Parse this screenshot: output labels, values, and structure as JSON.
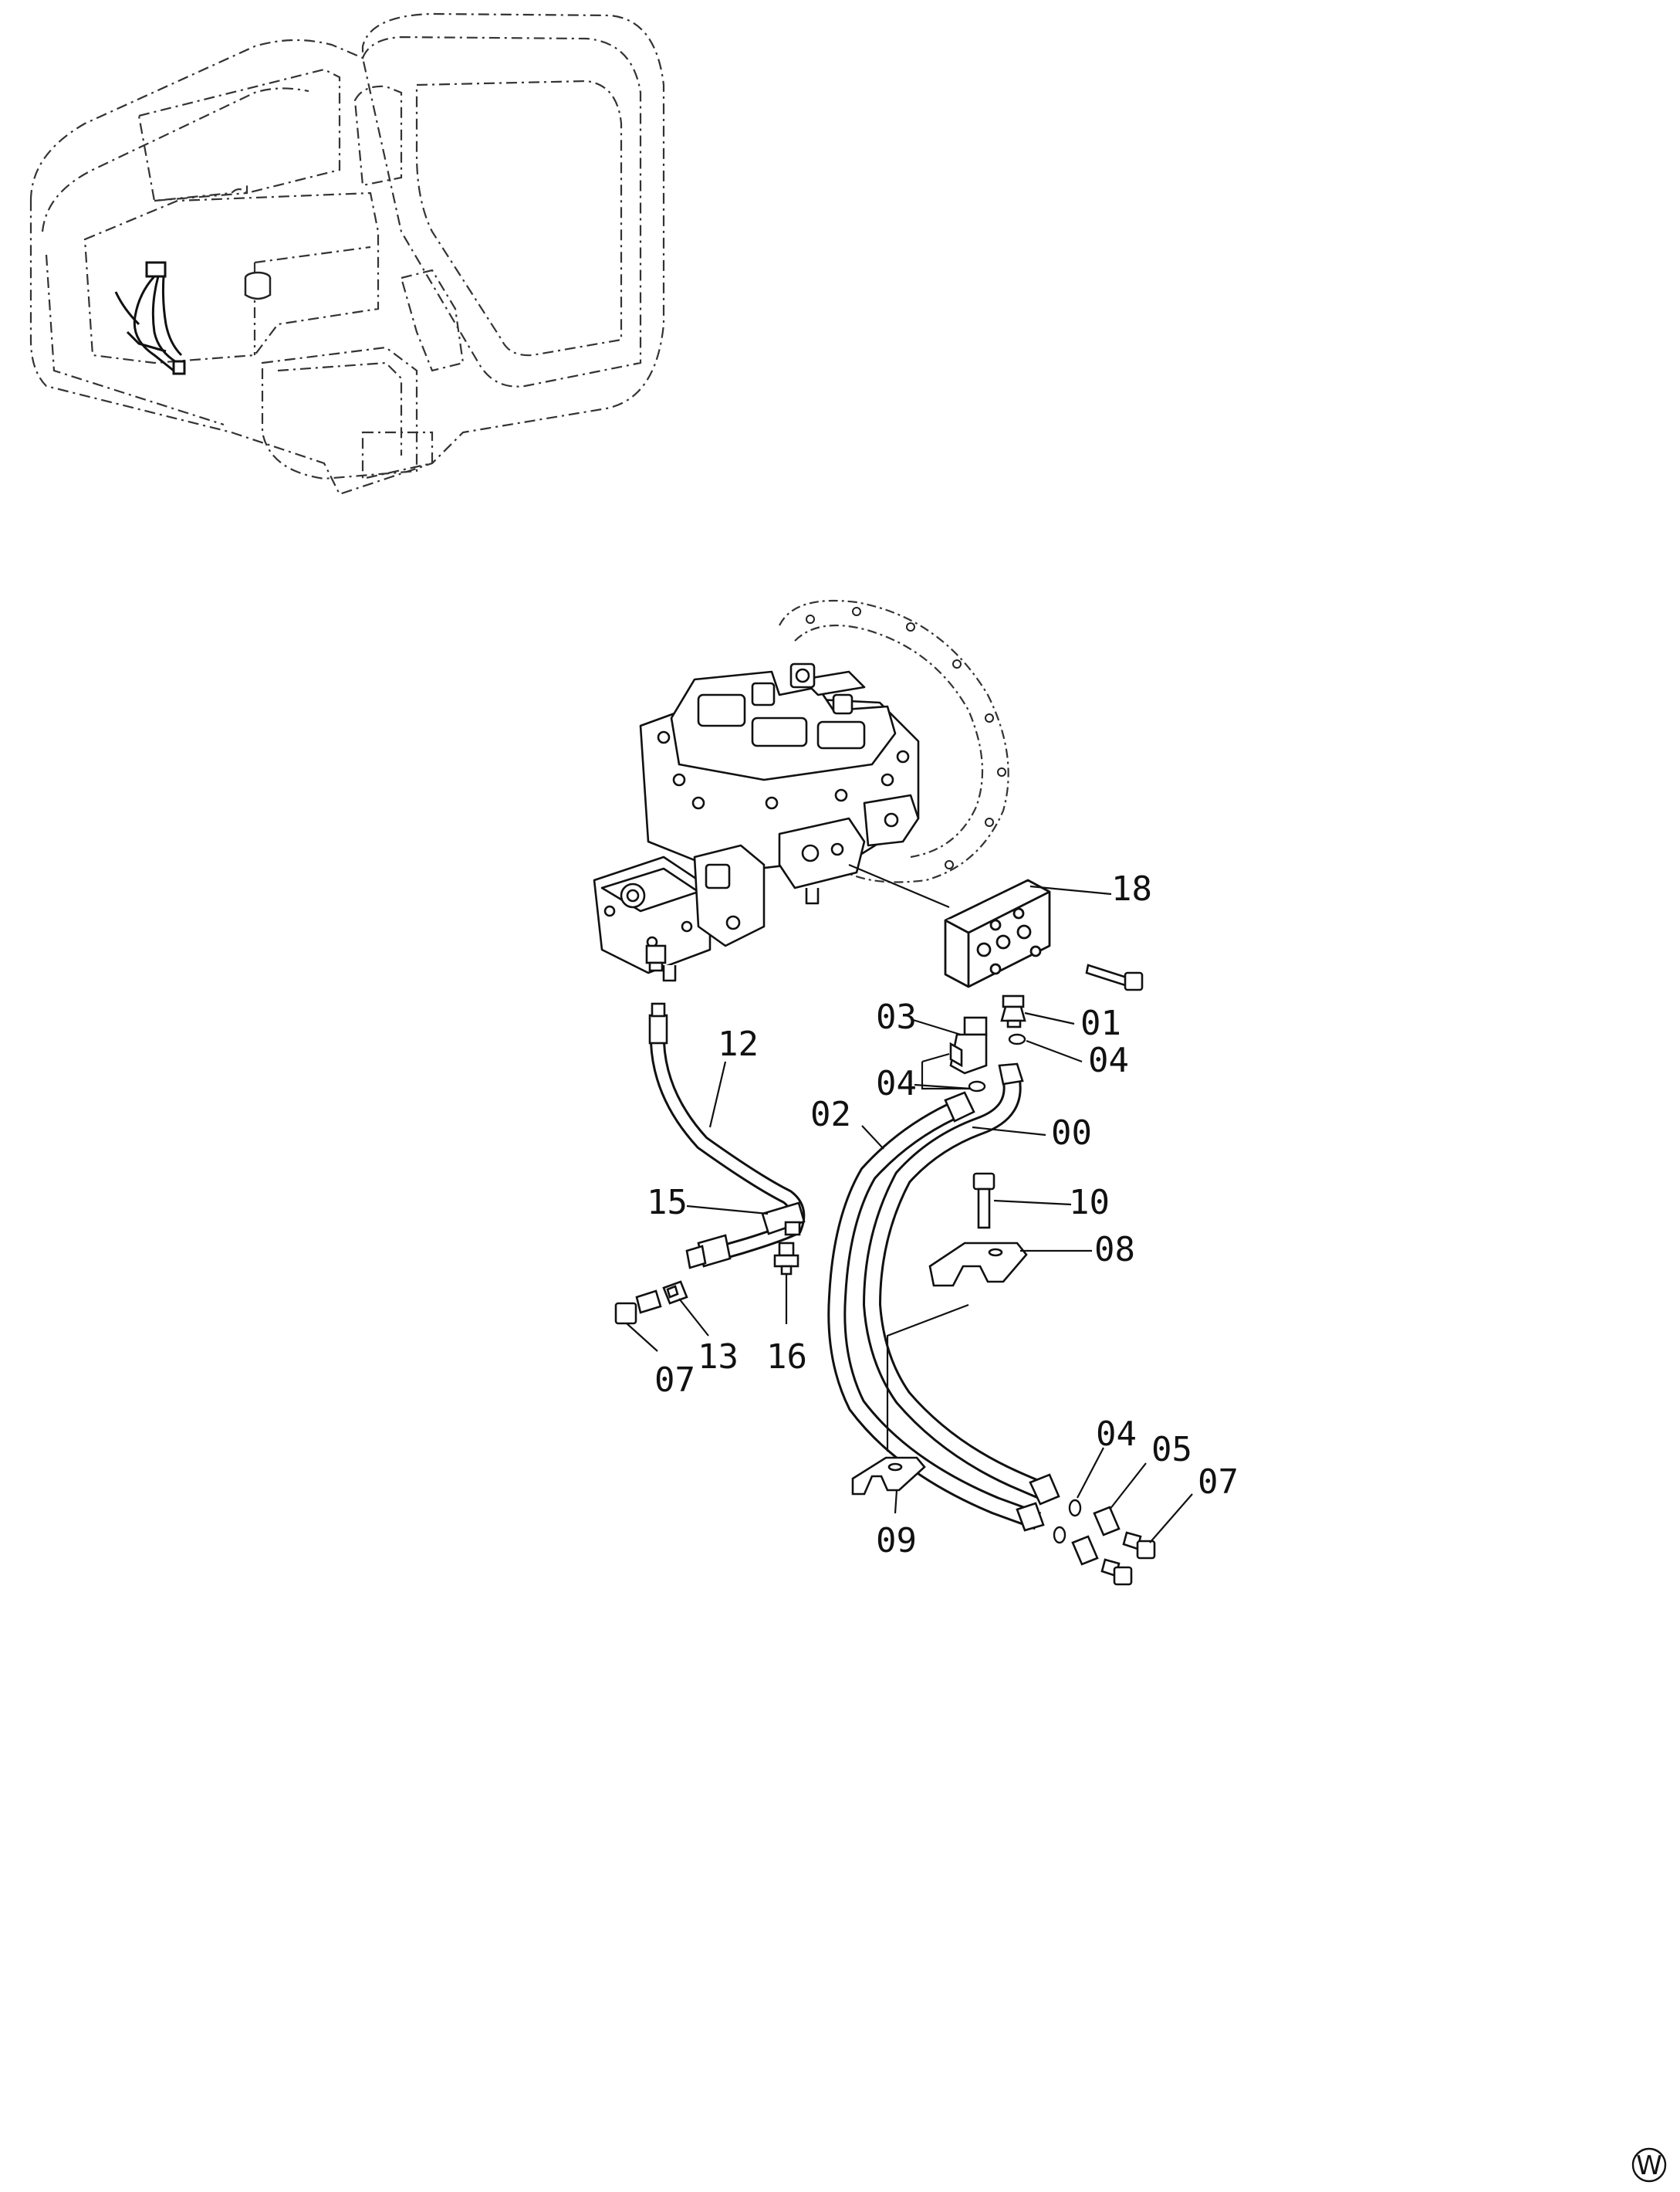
{
  "diagram": {
    "callouts": [
      {
        "id": "c18",
        "text": "18"
      },
      {
        "id": "c03",
        "text": "03"
      },
      {
        "id": "c01",
        "text": "01"
      },
      {
        "id": "c04a",
        "text": "04"
      },
      {
        "id": "c04b",
        "text": "04"
      },
      {
        "id": "c12",
        "text": "12"
      },
      {
        "id": "c02",
        "text": "02"
      },
      {
        "id": "c00",
        "text": "00"
      },
      {
        "id": "c10",
        "text": "10"
      },
      {
        "id": "c15",
        "text": "15"
      },
      {
        "id": "c08",
        "text": "08"
      },
      {
        "id": "c13",
        "text": "13"
      },
      {
        "id": "c16",
        "text": "16"
      },
      {
        "id": "c07a",
        "text": "07"
      },
      {
        "id": "c04c",
        "text": "04"
      },
      {
        "id": "c05",
        "text": "05"
      },
      {
        "id": "c07b",
        "text": "07"
      },
      {
        "id": "c09",
        "text": "09"
      }
    ],
    "corner_mark": "W"
  }
}
